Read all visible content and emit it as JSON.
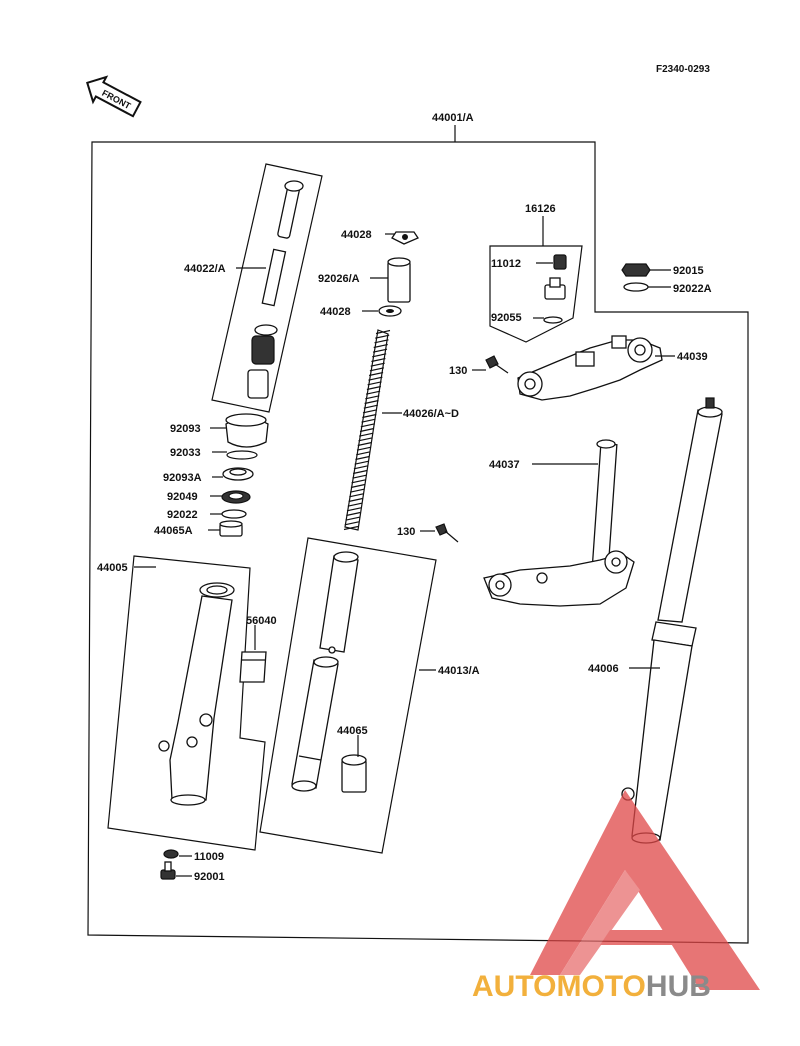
{
  "diagram": {
    "figure_code": "F2340-0293",
    "front_label": "FRONT",
    "assembly_label": "44001/A",
    "parts": {
      "p16126": "16126",
      "p11012": "11012",
      "p92055": "92055",
      "p92015": "92015",
      "p92022A_top": "92022A",
      "p44039": "44039",
      "p130_a": "130",
      "p44028_a": "44028",
      "p92026A": "92026/A",
      "p44028_b": "44028",
      "p44022A": "44022/A",
      "p44026": "44026/A~D",
      "p92093": "92093",
      "p92033": "92033",
      "p92093A": "92093A",
      "p92049": "92049",
      "p92022": "92022",
      "p44065A": "44065A",
      "p44037": "44037",
      "p130_b": "130",
      "p44005": "44005",
      "p56040": "56040",
      "p44013A": "44013/A",
      "p44065": "44065",
      "p44006": "44006",
      "p11009": "11009",
      "p92001": "92001"
    }
  },
  "watermark": {
    "text_part1": "AUTOMOTO",
    "text_part2": "HUB",
    "color_orange": "#f2b03c",
    "color_red": "#e04848",
    "color_gray": "#8a8a8a"
  }
}
